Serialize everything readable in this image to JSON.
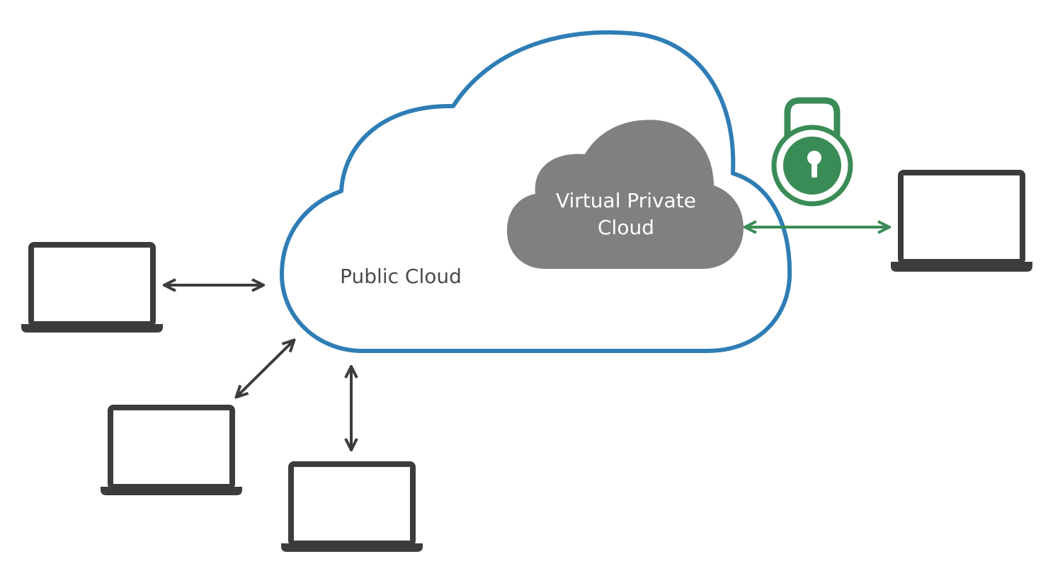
{
  "labels": {
    "public_cloud": "Public Cloud",
    "vpc_line1": "Virtual Private",
    "vpc_line2": "Cloud"
  },
  "icons": {
    "lock": "padlock-icon",
    "laptop": "laptop-icon"
  },
  "colors": {
    "public_cloud_stroke": "#2f7db5",
    "private_cloud_fill": "#808080",
    "secure_green": "#3a8c56",
    "laptop_dark": "#3c3c3c",
    "arrow_dark": "#3c3c3c",
    "label_dark": "#4a4a4a",
    "label_light": "#ffffff"
  }
}
